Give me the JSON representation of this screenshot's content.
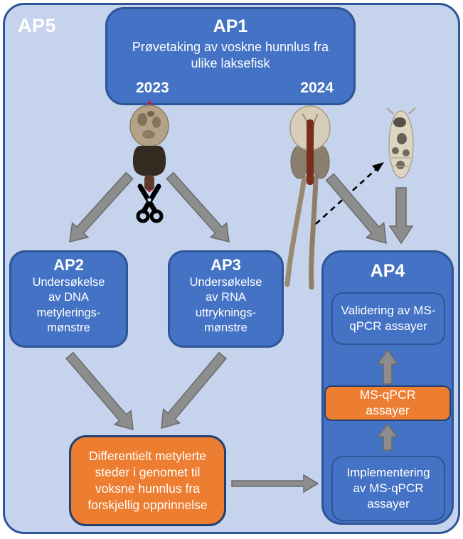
{
  "panel": {
    "ap5_label": "AP5"
  },
  "ap1": {
    "title": "AP1",
    "description": "Prøvetaking av voskne hunnlus fra\nulike laksefisk",
    "year_left": "2023",
    "year_right": "2024"
  },
  "ap2": {
    "title": "AP2",
    "body": "Undersøkelse\nav DNA\nmetylerings-\nmønstre"
  },
  "ap3": {
    "title": "AP3",
    "body": "Undersøkelse\nav RNA\nuttryknings-\nmønstre"
  },
  "ap4": {
    "title": "AP4",
    "validering": "Validering av MS-\nqPCR assayer",
    "ms_qpcr": "MS-qPCR\nassayer",
    "implementering": "Implementering\nav MS-qPCR\nassayer"
  },
  "orange_box": {
    "body": "Differentielt metylerte\nsteder i genomet til\nvoksne hunnlus fra\nforskjellig opprinnelse"
  },
  "icons": {
    "scissors": "scissors-icon"
  },
  "images": {
    "louse_2023": "adult-female-salmon-louse-dorsal",
    "louse_2024": "adult-female-salmon-louse-with-egg-strings",
    "louse_juvenile": "juvenile-salmon-louse"
  },
  "colors": {
    "panel_bg": "#C5D3EC",
    "box_blue": "#4472C4",
    "border_blue": "#2F5597",
    "orange": "#ED7D31",
    "orange_border": "#24406F",
    "arrow_gray": "#8D8D8D",
    "arrow_edge": "#6A6A6A",
    "cut_line_red": "#E8112B",
    "text_white": "#FFFFFF"
  }
}
